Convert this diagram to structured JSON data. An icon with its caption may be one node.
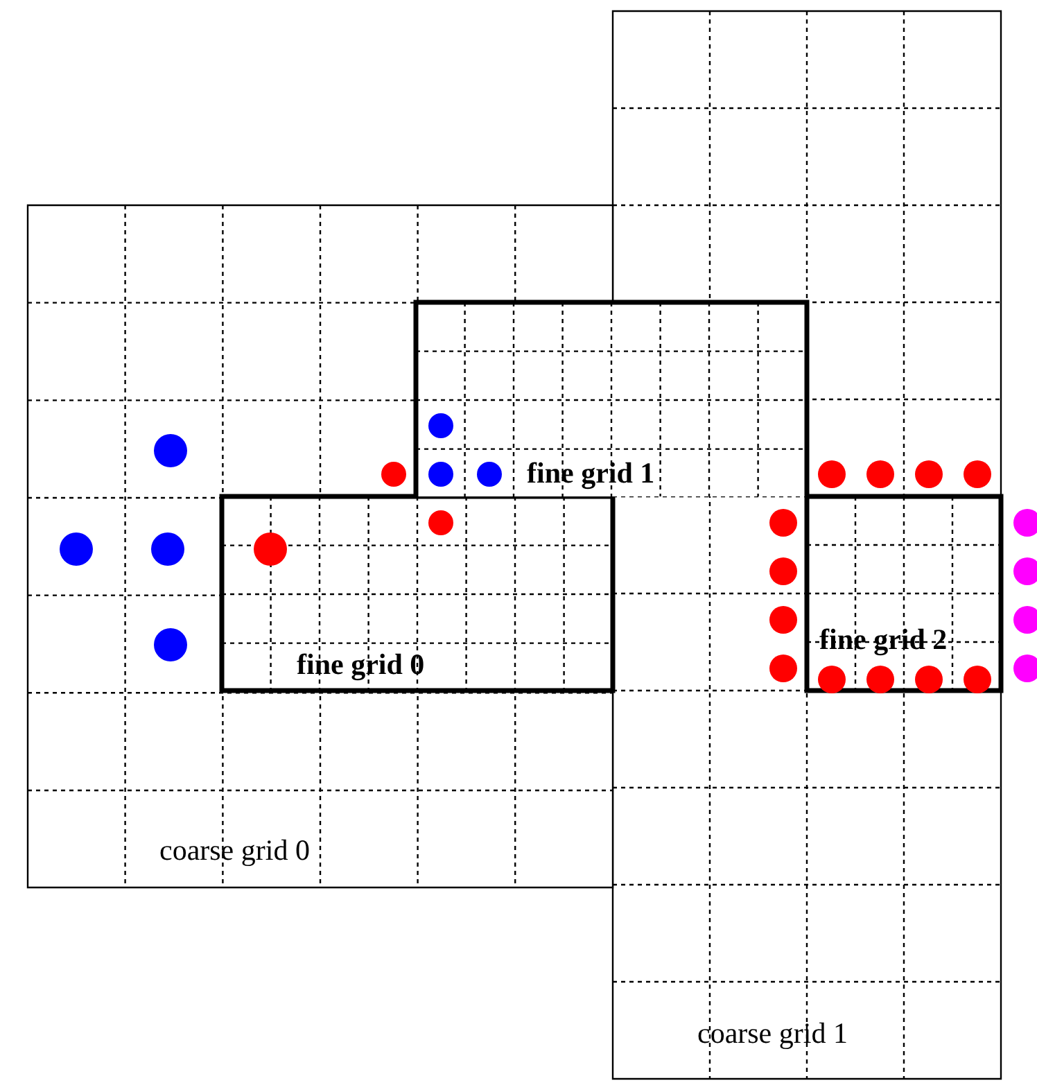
{
  "diagram": {
    "nodes": [
      {
        "text": [
          "coarse grid 1"
        ]
      },
      {
        "text": [
          "coarse grid 0"
        ]
      },
      {
        "text": [
          "fine grid 1"
        ]
      },
      {
        "text": [
          "fine grid 0"
        ],
        "in": 1
      },
      {
        "text": [
          "fine grid 2"
        ],
        "in": 0
      }
    ]
  }
}
